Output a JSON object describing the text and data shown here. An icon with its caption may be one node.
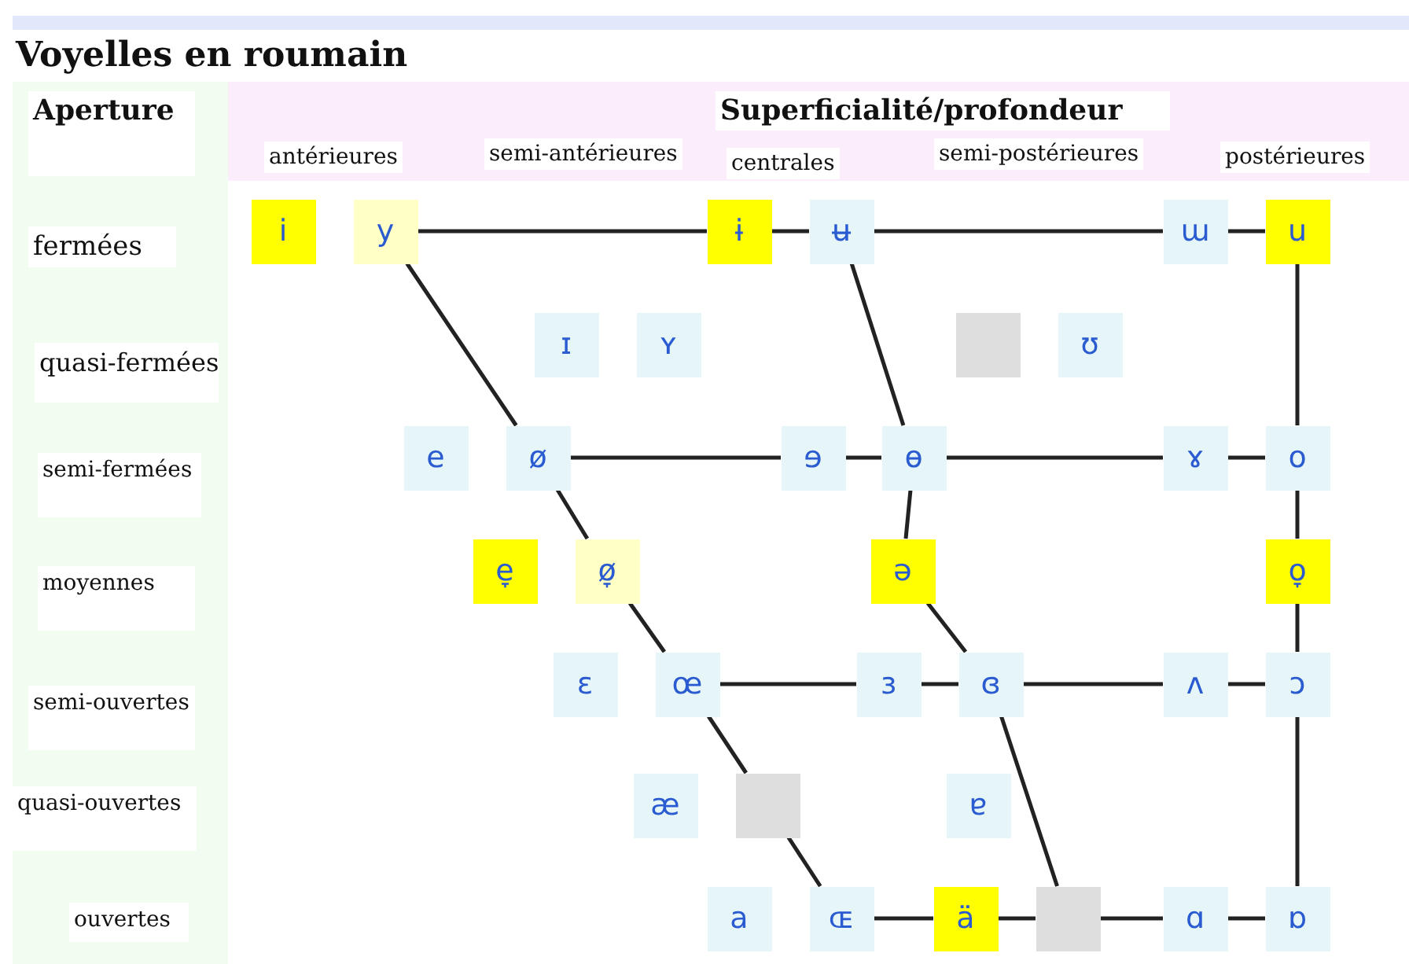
{
  "diagram": {
    "title": "Voyelles en roumain",
    "nodes": [
      {
        "text": [
          "i"
        ]
      },
      {
        "text": [
          "y"
        ]
      },
      {
        "text": [
          "ɨ"
        ]
      },
      {
        "text": [
          "ʉ"
        ]
      },
      {
        "text": [
          "ɯ"
        ]
      },
      {
        "text": [
          "u"
        ]
      },
      {
        "text": [
          "ɪ"
        ]
      },
      {
        "text": [
          "ʏ"
        ]
      },
      {
        "text": [],
        "shape": "box"
      },
      {
        "text": [
          "ʊ"
        ]
      },
      {
        "text": [
          "e"
        ]
      },
      {
        "text": [
          "ø"
        ]
      },
      {
        "text": [
          "ɘ"
        ]
      },
      {
        "text": [
          "ɵ"
        ]
      },
      {
        "text": [
          "ɤ"
        ]
      },
      {
        "text": [
          "o"
        ]
      },
      {
        "text": [
          "e̞"
        ]
      },
      {
        "text": [
          "ø̞"
        ]
      },
      {
        "text": [
          "ə"
        ]
      },
      {
        "text": [
          "o̞"
        ]
      },
      {
        "text": [
          "ɛ"
        ]
      },
      {
        "text": [
          "œ"
        ]
      },
      {
        "text": [
          "ɜ"
        ]
      },
      {
        "text": [
          "ɞ"
        ]
      },
      {
        "text": [
          "ʌ"
        ]
      },
      {
        "text": [
          "ɔ"
        ]
      },
      {
        "text": [
          "æ"
        ]
      },
      {
        "text": [],
        "shape": "box"
      },
      {
        "text": [
          "ɐ"
        ]
      },
      {
        "text": [
          "a"
        ]
      },
      {
        "text": [
          "ɶ"
        ]
      },
      {
        "text": [
          "ä"
        ]
      },
      {
        "text": [],
        "shape": "box"
      },
      {
        "text": [
          "ɑ"
        ]
      },
      {
        "text": [
          "ɒ"
        ]
      }
    ],
    "edges": [
      {
        "from": 1,
        "to": 2,
        "arrow": "none"
      },
      {
        "from": 2,
        "to": 3,
        "arrow": "none"
      },
      {
        "from": 3,
        "to": 4,
        "arrow": "none"
      },
      {
        "from": 4,
        "to": 5,
        "arrow": "none"
      },
      {
        "from": 11,
        "to": 12,
        "arrow": "none"
      },
      {
        "from": 12,
        "to": 13,
        "arrow": "none"
      },
      {
        "from": 13,
        "to": 14,
        "arrow": "none"
      },
      {
        "from": 14,
        "to": 15,
        "arrow": "none"
      },
      {
        "from": 21,
        "to": 22,
        "arrow": "none"
      },
      {
        "from": 22,
        "to": 23,
        "arrow": "none"
      },
      {
        "from": 23,
        "to": 24,
        "arrow": "none"
      },
      {
        "from": 24,
        "to": 25,
        "arrow": "none"
      },
      {
        "from": 30,
        "to": 31,
        "arrow": "none"
      },
      {
        "from": 31,
        "to": 32,
        "arrow": "none"
      },
      {
        "from": 32,
        "to": 33,
        "arrow": "none"
      },
      {
        "from": 33,
        "to": 34,
        "arrow": "none"
      },
      {
        "from": 1,
        "to": 11,
        "arrow": "none"
      },
      {
        "from": 11,
        "to": 17,
        "arrow": "none"
      },
      {
        "from": 17,
        "to": 21,
        "arrow": "none"
      },
      {
        "from": 21,
        "to": 27,
        "arrow": "none"
      },
      {
        "from": 27,
        "to": 30,
        "arrow": "none"
      },
      {
        "from": 3,
        "to": 13,
        "arrow": "none"
      },
      {
        "from": 13,
        "to": 18,
        "arrow": "none"
      },
      {
        "from": 18,
        "to": 23,
        "arrow": "none"
      },
      {
        "from": 23,
        "to": 32,
        "arrow": "none"
      },
      {
        "from": 5,
        "to": 15,
        "arrow": "none"
      },
      {
        "from": 15,
        "to": 19,
        "arrow": "none"
      },
      {
        "from": 19,
        "to": 25,
        "arrow": "none"
      },
      {
        "from": 25,
        "to": 34,
        "arrow": "none"
      }
    ],
    "labels": [
      "Aperture",
      "Superficialité/profondeur",
      "antérieures",
      "semi-antérieures",
      "centrales",
      "semi-postérieures",
      "postérieures",
      "fermées",
      "quasi-fermées",
      "semi-fermées",
      "moyennes",
      "semi-ouvertes",
      "quasi-ouvertes",
      "ouvertes"
    ]
  }
}
